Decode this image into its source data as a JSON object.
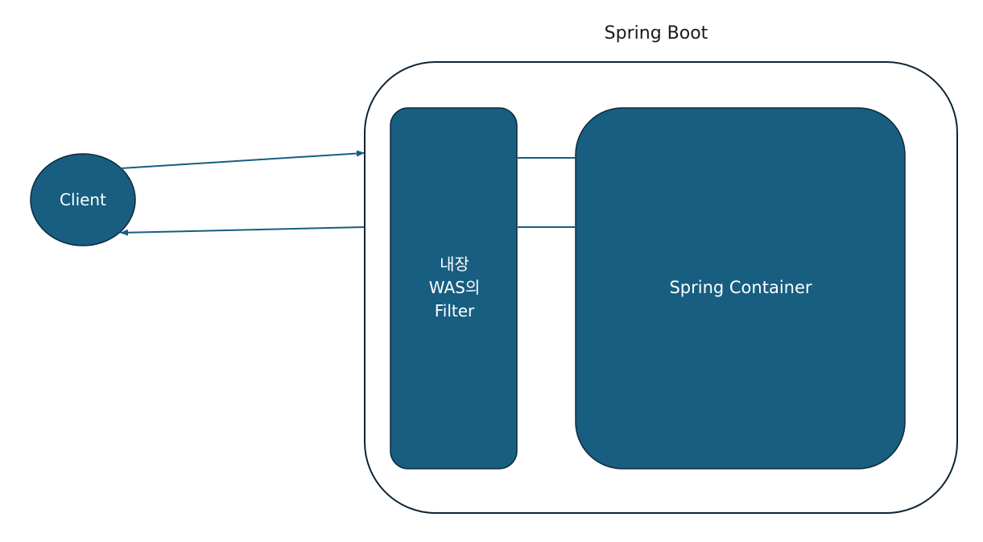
{
  "title": "Spring Boot",
  "client": {
    "label": "Client"
  },
  "filter": {
    "line1": "내장",
    "line2": "WAS의",
    "line3": "Filter"
  },
  "container": {
    "label": "Spring Container"
  },
  "colors": {
    "fill": "#175e81",
    "stroke": "#0f2a3a",
    "outer_stroke": "#0d2535",
    "text_light": "#ffffff",
    "text_dark": "#1a1a1a"
  }
}
